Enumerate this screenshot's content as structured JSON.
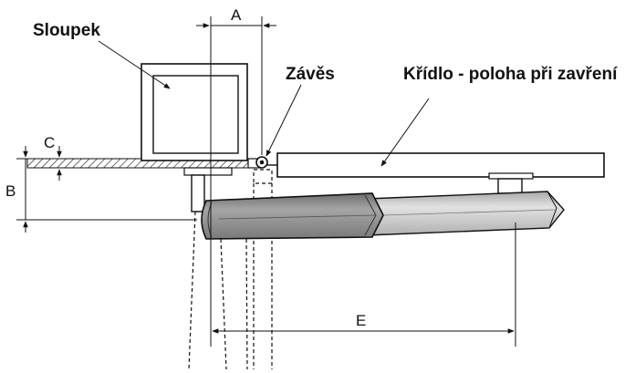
{
  "labels": {
    "post": "Sloupek",
    "hinge": "Závěs",
    "leaf": "Křídlo - poloha při zavření"
  },
  "dimensions": {
    "a": "A",
    "b": "B",
    "c": "C",
    "e": "E"
  },
  "colors": {
    "line": "#111111",
    "actuator_dark": "#8a8a8a",
    "actuator_light": "#c9c9c9"
  }
}
